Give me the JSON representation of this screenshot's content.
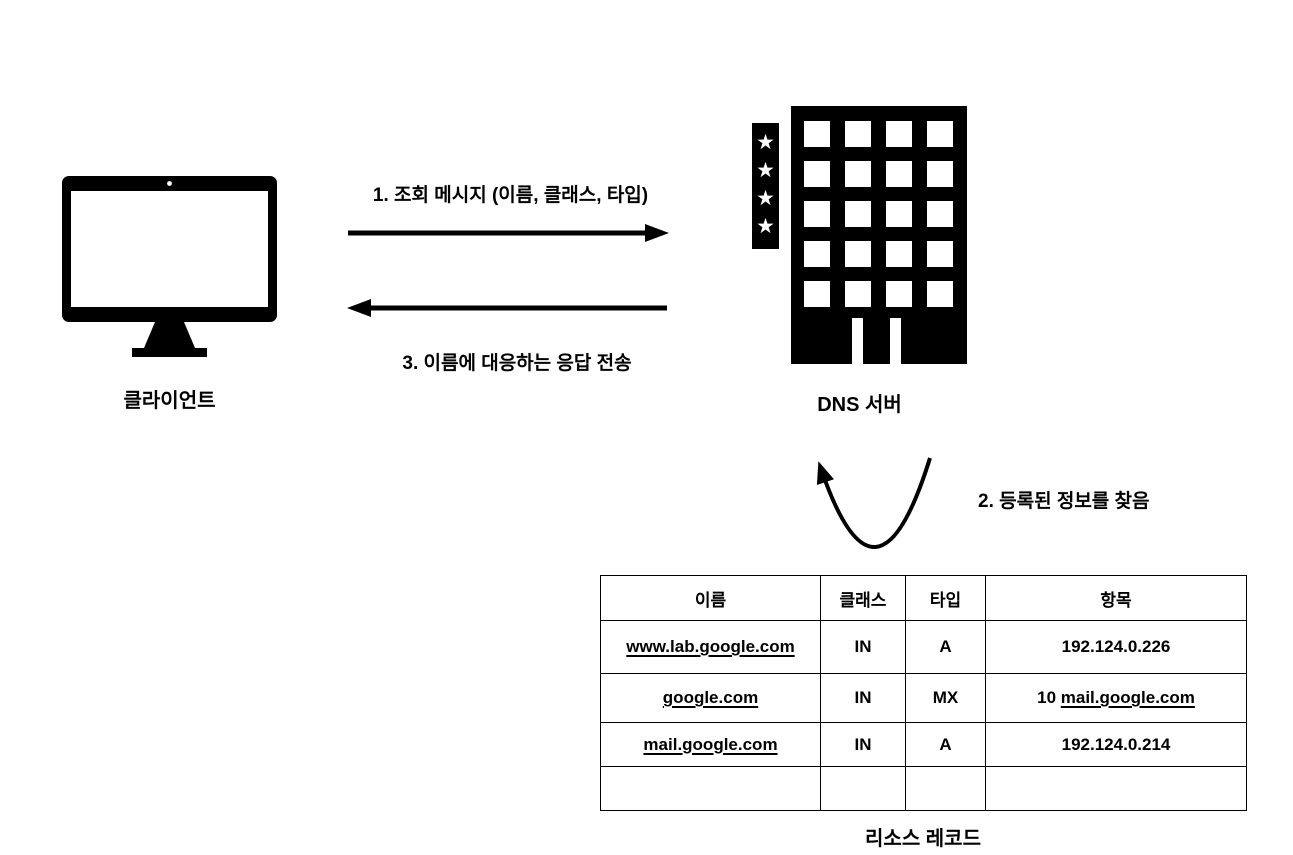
{
  "diagram": {
    "client": {
      "label": "클라이언트"
    },
    "server": {
      "label": "DNS 서버"
    },
    "steps": {
      "query": "1. 조회 메시지 (이름, 클래스, 타입)",
      "lookup": "2. 등록된 정보를 찾음",
      "response": "3. 이름에 대응하는 응답 전송"
    },
    "colors": {
      "foreground": "#000000",
      "background": "#ffffff"
    },
    "icons": {
      "client": "monitor-icon",
      "server": "building-with-stars-icon",
      "query": "right-arrow",
      "response": "left-arrow",
      "lookup": "curved-u-arrow"
    }
  },
  "table": {
    "caption": "리소스 레코드",
    "headers": [
      "이름",
      "클래스",
      "타입",
      "항목"
    ],
    "rows": [
      [
        [
          {
            "text": "www.lab.google.com",
            "underline": true
          }
        ],
        [
          {
            "text": "IN"
          }
        ],
        [
          {
            "text": "A"
          }
        ],
        [
          {
            "text": "192.124.0.226"
          }
        ]
      ],
      [
        [
          {
            "text": "google.com",
            "underline": true
          }
        ],
        [
          {
            "text": "IN"
          }
        ],
        [
          {
            "text": "MX"
          }
        ],
        [
          {
            "text": "10 "
          },
          {
            "text": "mail.google.com",
            "underline": true
          }
        ]
      ],
      [
        [
          {
            "text": "mail.google.com",
            "underline": true
          }
        ],
        [
          {
            "text": "IN"
          }
        ],
        [
          {
            "text": "A"
          }
        ],
        [
          {
            "text": "192.124.0.214"
          }
        ]
      ],
      [
        [],
        [],
        [],
        []
      ]
    ]
  }
}
